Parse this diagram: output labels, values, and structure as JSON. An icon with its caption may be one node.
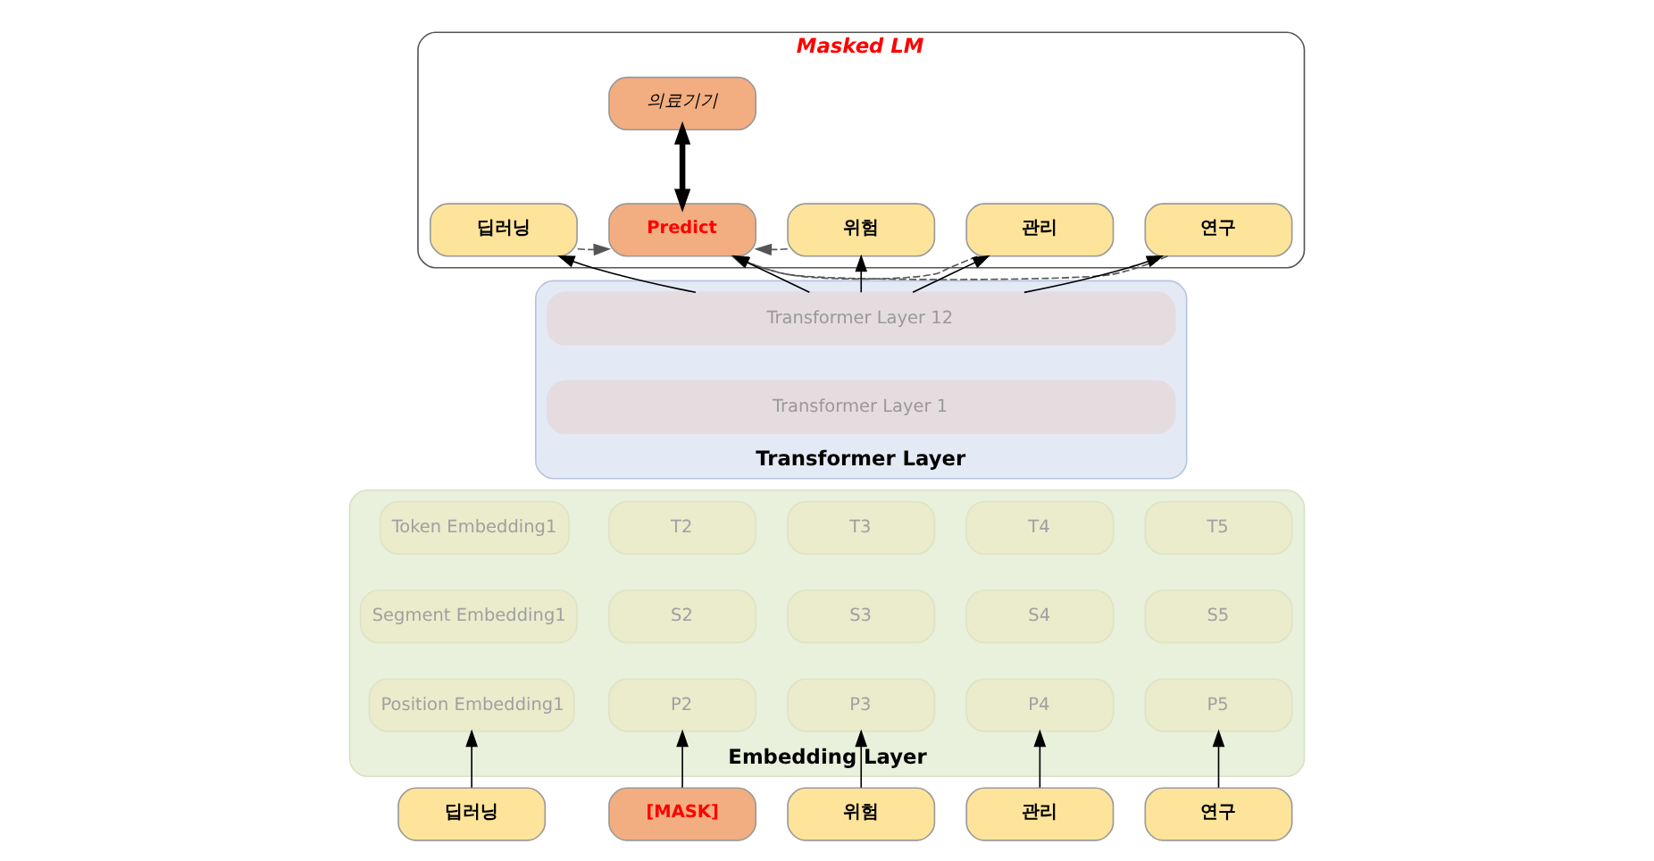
{
  "diagram": {
    "nodes": [
      {
        "text": [
          "Masked LM"
        ]
      },
      {
        "text": [
          "의료기기"
        ],
        "in": 0
      },
      {
        "text": [
          "딥러닝"
        ],
        "in": 0
      },
      {
        "text": [
          "Predict"
        ],
        "in": 0
      },
      {
        "text": [
          "위험"
        ],
        "in": 0
      },
      {
        "text": [
          "관리"
        ],
        "in": 0
      },
      {
        "text": [
          "연구"
        ],
        "in": 0
      },
      {
        "text": [
          "Transformer Layer"
        ]
      },
      {
        "text": [
          "Transformer Layer 12"
        ],
        "in": 7
      },
      {
        "text": [
          "Transformer Layer 1"
        ],
        "in": 7
      },
      {
        "text": [
          "Embedding Layer"
        ]
      },
      {
        "text": [
          "Token Embedding1"
        ],
        "in": 10
      },
      {
        "text": [
          "T2"
        ],
        "in": 10
      },
      {
        "text": [
          "T3"
        ],
        "in": 10
      },
      {
        "text": [
          "T4"
        ],
        "in": 10
      },
      {
        "text": [
          "T5"
        ],
        "in": 10
      },
      {
        "text": [
          "Segment Embedding1"
        ],
        "in": 10
      },
      {
        "text": [
          "S2"
        ],
        "in": 10
      },
      {
        "text": [
          "S3"
        ],
        "in": 10
      },
      {
        "text": [
          "S4"
        ],
        "in": 10
      },
      {
        "text": [
          "S5"
        ],
        "in": 10
      },
      {
        "text": [
          "Position Embedding1"
        ],
        "in": 10
      },
      {
        "text": [
          "P2"
        ],
        "in": 10
      },
      {
        "text": [
          "P3"
        ],
        "in": 10
      },
      {
        "text": [
          "P4"
        ],
        "in": 10
      },
      {
        "text": [
          "P5"
        ],
        "in": 10
      },
      {
        "text": [
          "딥러닝"
        ]
      },
      {
        "text": [
          "[MASK]"
        ]
      },
      {
        "text": [
          "위험"
        ]
      },
      {
        "text": [
          "관리"
        ]
      },
      {
        "text": [
          "연구"
        ]
      }
    ],
    "edges": [
      {
        "from": 26,
        "to": 21,
        "arrow": "to"
      },
      {
        "from": 27,
        "to": 22,
        "arrow": "to"
      },
      {
        "from": 28,
        "to": 23,
        "arrow": "to"
      },
      {
        "from": 29,
        "to": 24,
        "arrow": "to"
      },
      {
        "from": 30,
        "to": 25,
        "arrow": "to"
      },
      {
        "from": 8,
        "to": 2,
        "arrow": "to"
      },
      {
        "from": 8,
        "to": 3,
        "arrow": "to"
      },
      {
        "from": 8,
        "to": 4,
        "arrow": "to"
      },
      {
        "from": 8,
        "to": 5,
        "arrow": "to"
      },
      {
        "from": 8,
        "to": 6,
        "arrow": "to"
      },
      {
        "from": 2,
        "to": 3,
        "arrow": "to",
        "style": "dashed"
      },
      {
        "from": 4,
        "to": 3,
        "arrow": "to",
        "style": "dashed"
      },
      {
        "from": 5,
        "to": 3,
        "arrow": "to",
        "style": "dashed"
      },
      {
        "from": 6,
        "to": 3,
        "arrow": "to",
        "style": "dashed"
      },
      {
        "from": 3,
        "to": 1,
        "arrow": "both",
        "style": "thick"
      }
    ]
  }
}
